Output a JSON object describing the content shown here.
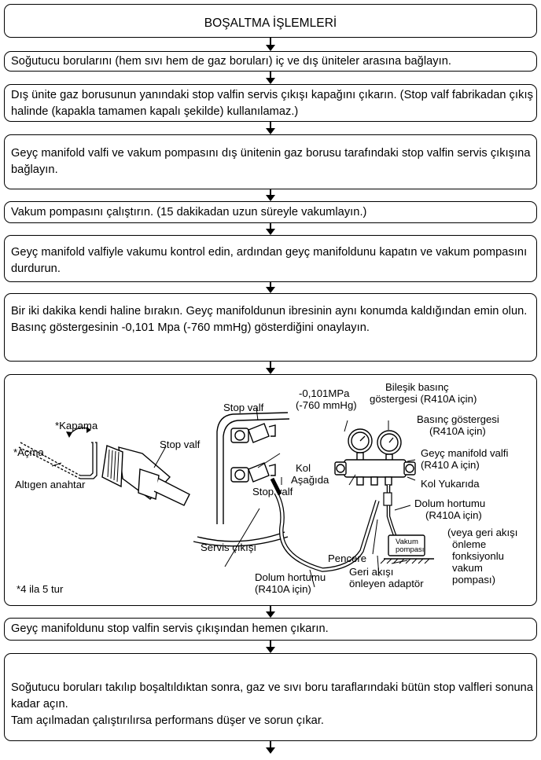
{
  "title": "BOŞALTMA İŞLEMLERİ",
  "steps": [
    "Soğutucu borularını (hem sıvı hem de gaz boruları) iç ve dış üniteler arasına bağlayın.",
    "Dış ünite gaz borusunun yanındaki stop valfin servis çıkışı kapağını çıkarın. (Stop valf fabrikadan çıkış halinde (kapakla tamamen kapalı şekilde) kullanılamaz.)",
    "Geyç manifold valfi ve vakum pompasını dış ünitenin gaz borusu tarafındaki stop valfin servis çıkışına bağlayın.",
    "Vakum pompasını çalıştırın. (15 dakikadan uzun süreyle vakumlayın.)",
    "Geyç manifold valfiyle vakumu kontrol edin, ardından geyç manifoldunu kapatın ve vakum pompasını durdurun.",
    "Bir iki dakika kendi haline bırakın. Geyç manifoldunun ibresinin aynı konumda kaldığından emin olun. Basınç göstergesinin -0,101 Mpa (-760 mmHg) gösterdiğini onaylayın.",
    "Geyç manifoldunu stop valfin servis çıkışından hemen çıkarın.",
    "Soğutucu boruları takılıp boşaltıldıktan sonra, gaz ve sıvı boru taraflarındaki bütün stop valfleri sonuna kadar açın.\nTam açılmadan çalıştırılırsa performans düşer ve sorun çıkar."
  ],
  "figure": {
    "kapama": "*Kapama",
    "acma": "*Açma",
    "altigen_anahtar": "Altıgen anahtar",
    "stop_valf_left": "Stop valf",
    "stop_valf_top": "Stop valf",
    "stop_valf_bottom": "Stop valf",
    "pressure_value_line1": "-0,101MPa",
    "pressure_value_line2": "(-760 mmHg)",
    "bilesik_line1": "Bileşik basınç",
    "bilesik_line2": "göstergesi (R410A için)",
    "basinc_line1": "Basınç göstergesi",
    "basinc_line2": "(R410A için)",
    "manifold_line1": "Geyç manifold valfi",
    "manifold_line2": "(R410 A için)",
    "kol_line1": "Kol",
    "kol_line2": "Aşağıda",
    "kol_yukarida": "Kol Yukarıda",
    "dolum_right_line1": "Dolum hortumu",
    "dolum_right_line2": "(R410A için)",
    "vakum_line1": "Vakum",
    "vakum_line2": "pompası",
    "veya_line1": "(veya geri akışı",
    "veya_line2": "önleme",
    "veya_line3": "fonksiyonlu",
    "veya_line4": "vakum",
    "veya_line5": "pompası)",
    "servis_cikisi": "Servis çıkışı",
    "pencere": "Pencere",
    "geri_line1": "Geri akışı",
    "geri_line2": "önleyen adaptör",
    "dolum_bottom_line1": "Dolum hortumu",
    "dolum_bottom_line2": "(R410A için)",
    "tur": "*4 ila 5 tur"
  }
}
